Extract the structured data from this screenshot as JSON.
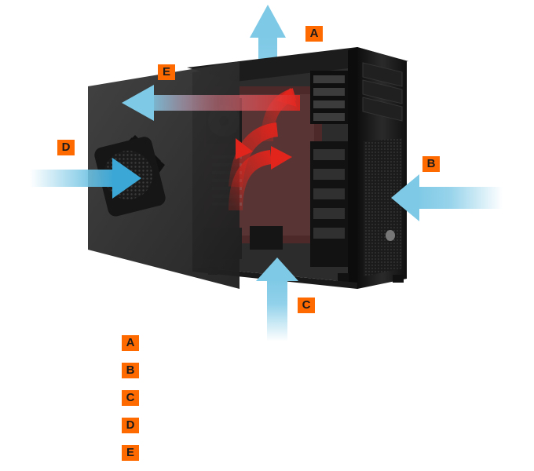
{
  "colors": {
    "badge_fill": "#ff6a00",
    "badge_text": "#1a1a1a",
    "intake_arrow": "#7ec9e6",
    "exhaust_arrow": "#e1241c",
    "case_body": "#161616"
  },
  "callouts": {
    "a": "A",
    "b": "B",
    "c": "C",
    "d": "D",
    "e": "E"
  },
  "legend": [
    {
      "letter": "A"
    },
    {
      "letter": "B"
    },
    {
      "letter": "C"
    },
    {
      "letter": "D"
    },
    {
      "letter": "E"
    }
  ]
}
